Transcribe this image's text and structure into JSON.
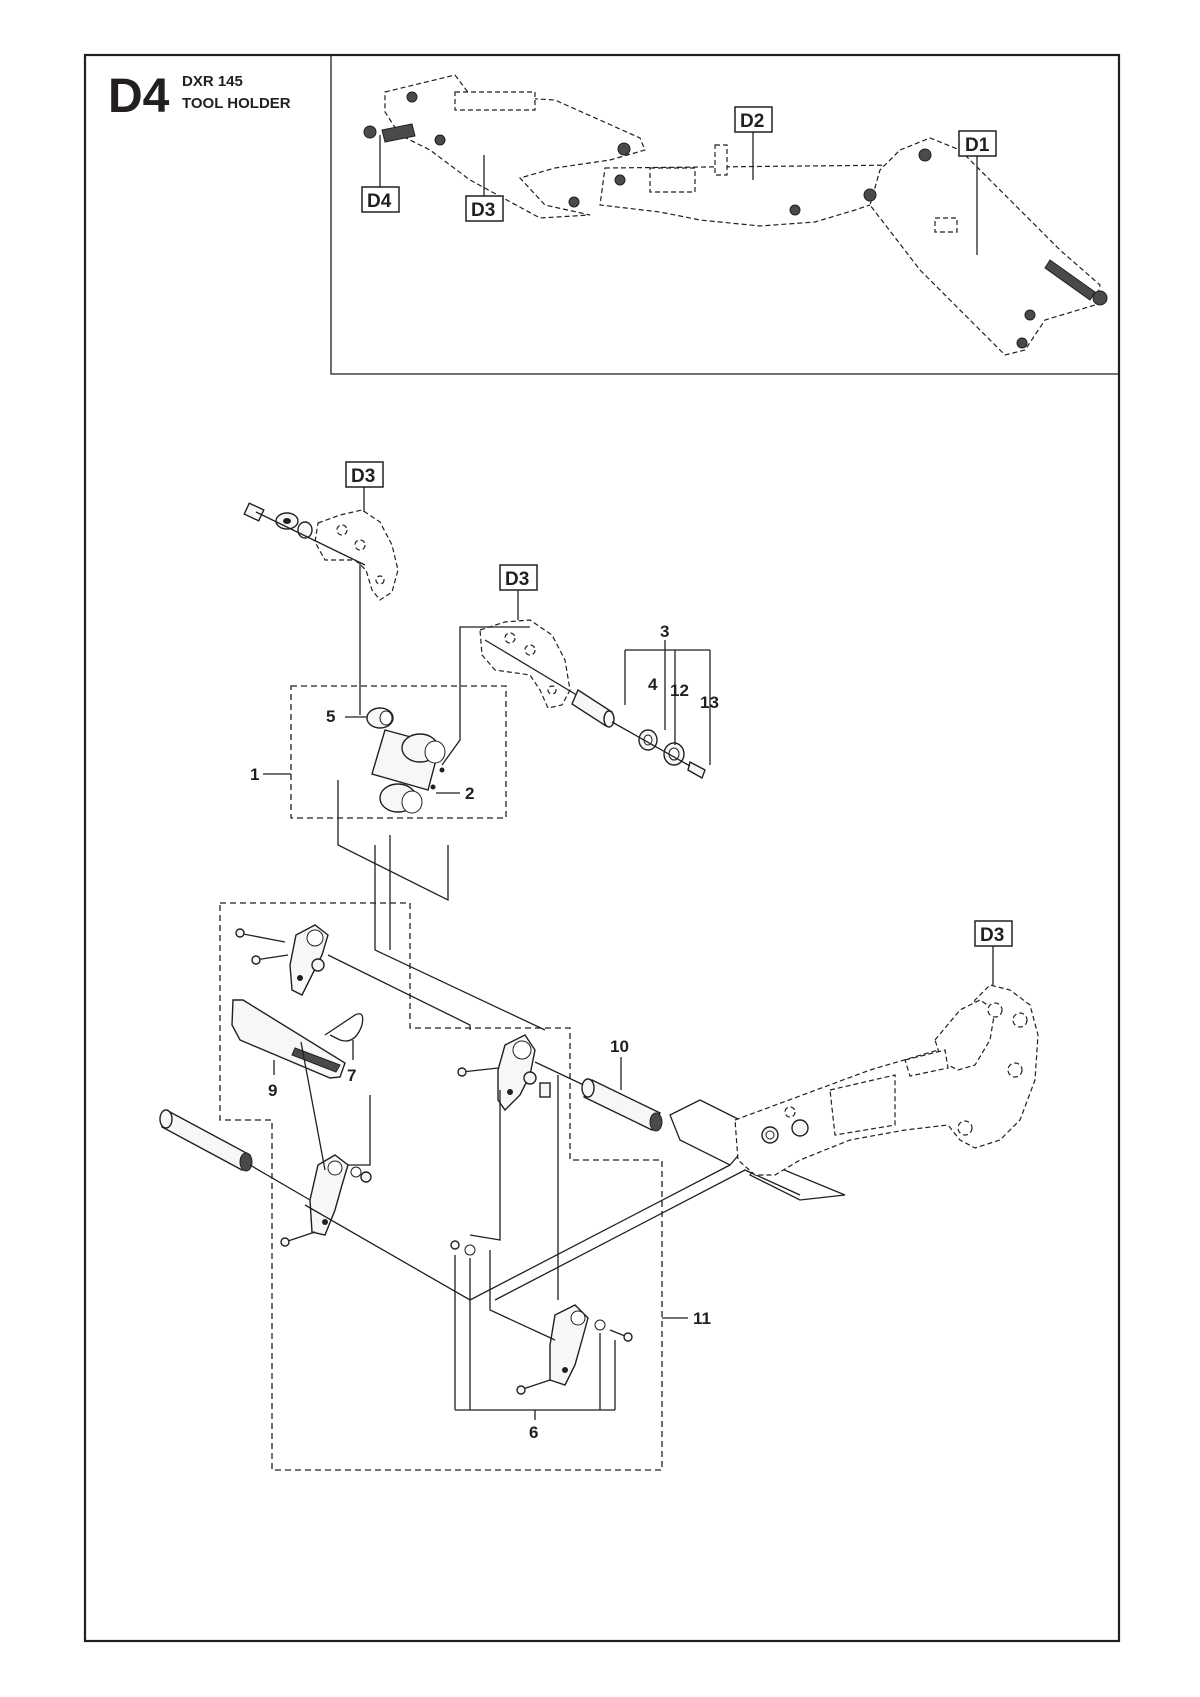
{
  "header": {
    "code": "D4",
    "model": "DXR 145",
    "title": "TOOL HOLDER"
  },
  "overview": {
    "labels": [
      "D2",
      "D1",
      "D4",
      "D3"
    ]
  },
  "main": {
    "ref_labels": [
      "D3",
      "D3",
      "D3"
    ],
    "callouts": {
      "c1": "1",
      "c2": "2",
      "c3": "3",
      "c4": "4",
      "c5": "5",
      "c6": "6",
      "c7": "7",
      "c9": "9",
      "c10": "10",
      "c11": "11",
      "c12": "12",
      "c13": "13"
    }
  }
}
